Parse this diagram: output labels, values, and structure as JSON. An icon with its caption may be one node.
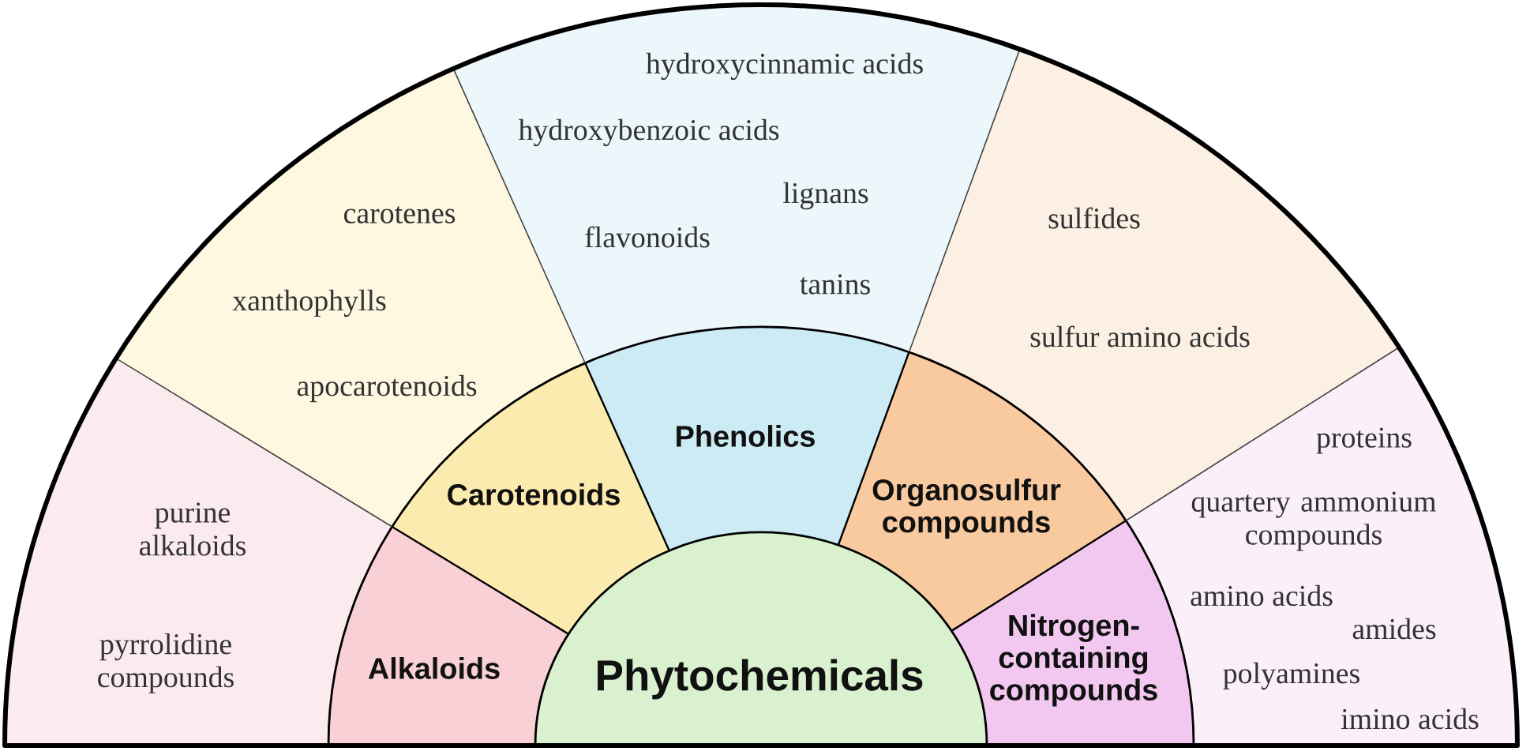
{
  "diagram": {
    "nodes": [
      {
        "text": [
          "Phytochemicals"
        ]
      },
      {
        "text": [
          "Alkaloids"
        ]
      },
      {
        "text": [
          "Carotenoids"
        ]
      },
      {
        "text": [
          "Phenolics"
        ]
      },
      {
        "text": [
          "Organosulfur compounds"
        ]
      },
      {
        "text": [
          "Nitrogen-containing compounds"
        ]
      },
      {
        "text": [
          "purine alkaloids",
          "pyrrolidine compounds"
        ]
      },
      {
        "text": [
          "carotenes",
          "xanthophylls",
          "apocarotenoids"
        ]
      },
      {
        "text": [
          "hydroxycinnamic acids",
          "hydroxybenzoic acids",
          "lignans",
          "flavonoids",
          "tanins"
        ]
      },
      {
        "text": [
          "sulfides",
          "sulfur amino acids"
        ]
      },
      {
        "text": [
          "proteins",
          "quartery ammonium compounds",
          "amino acids",
          "amides",
          "polyamines",
          "imino acids"
        ]
      }
    ]
  }
}
